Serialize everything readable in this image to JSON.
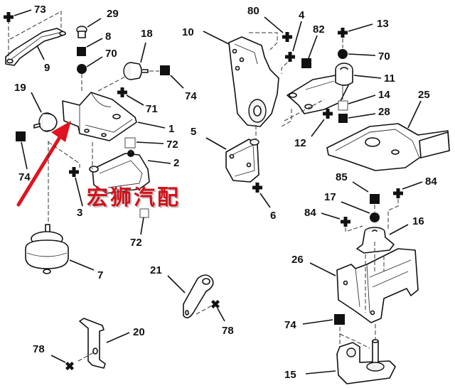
{
  "diagram": {
    "type": "exploded-parts-diagram",
    "subject": "engine mounts",
    "watermark": "宏狮汽配",
    "accent_color": "#d0121b",
    "marker_legend": {
      "cross": "plus-sign fastener marker",
      "square_filled": "filled square marker",
      "square_open": "open square marker",
      "circle_filled": "filled circle marker",
      "x_cross": "x-shaped fastener marker"
    },
    "parts": [
      {
        "ref": "1"
      },
      {
        "ref": "2"
      },
      {
        "ref": "3"
      },
      {
        "ref": "4"
      },
      {
        "ref": "5"
      },
      {
        "ref": "6"
      },
      {
        "ref": "7"
      },
      {
        "ref": "8"
      },
      {
        "ref": "9"
      },
      {
        "ref": "10"
      },
      {
        "ref": "11"
      },
      {
        "ref": "12"
      },
      {
        "ref": "13"
      },
      {
        "ref": "14"
      },
      {
        "ref": "15"
      },
      {
        "ref": "16"
      },
      {
        "ref": "17"
      },
      {
        "ref": "18"
      },
      {
        "ref": "19"
      },
      {
        "ref": "20"
      },
      {
        "ref": "21"
      },
      {
        "ref": "25"
      },
      {
        "ref": "26"
      },
      {
        "ref": "28"
      },
      {
        "ref": "29"
      },
      {
        "ref": "70"
      },
      {
        "ref": "71"
      },
      {
        "ref": "72"
      },
      {
        "ref": "73"
      },
      {
        "ref": "74"
      },
      {
        "ref": "78"
      },
      {
        "ref": "80"
      },
      {
        "ref": "82"
      },
      {
        "ref": "84"
      },
      {
        "ref": "85"
      }
    ]
  },
  "labels": {
    "l73": "73",
    "l29": "29",
    "l8": "8",
    "l70a": "70",
    "l18": "18",
    "l9": "9",
    "l74a": "74",
    "l19": "19",
    "l71": "71",
    "l1": "1",
    "l72a": "72",
    "l74b": "74",
    "l2": "2",
    "l3": "3",
    "l72b": "72",
    "l7": "7",
    "l21": "21",
    "l78a": "78",
    "l20": "20",
    "l78b": "78",
    "l80": "80",
    "l4": "4",
    "l82": "82",
    "l13": "13",
    "l70b": "70",
    "l10": "10",
    "l11": "11",
    "l14": "14",
    "l28": "28",
    "l25": "25",
    "l12": "12",
    "l5": "5",
    "l6": "6",
    "l85": "85",
    "l84a": "84",
    "l17": "17",
    "l84b": "84",
    "l16": "16",
    "l26": "26",
    "l74c": "74",
    "l15": "15"
  }
}
